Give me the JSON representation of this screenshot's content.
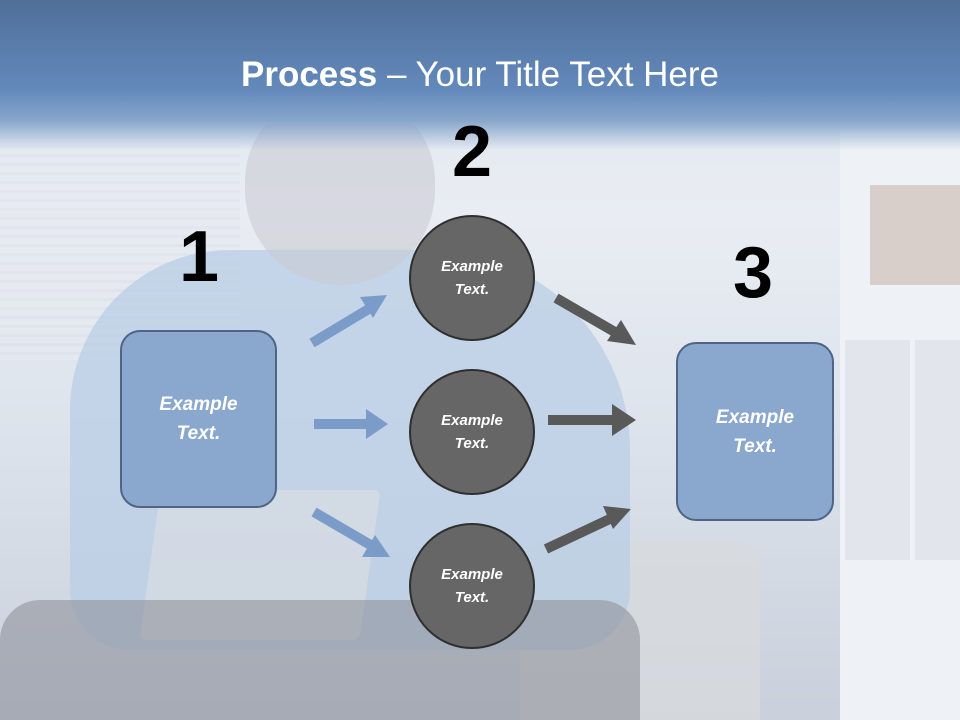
{
  "title": {
    "bold": "Process",
    "rest": " – Your Title Text Here"
  },
  "steps": [
    {
      "number": "1"
    },
    {
      "number": "2"
    },
    {
      "number": "3"
    }
  ],
  "nodes": {
    "left_box": "Example Text.",
    "circle_top": "Example Text.",
    "circle_middle": "Example Text.",
    "circle_bottom": "Example Text.",
    "right_box": "Example Text."
  },
  "colors": {
    "header": "#6389bb",
    "box_fill": "#8aa7cd",
    "circle_fill": "#666666",
    "blue_arrow": "#7b9cc8",
    "dark_arrow": "#595959"
  }
}
